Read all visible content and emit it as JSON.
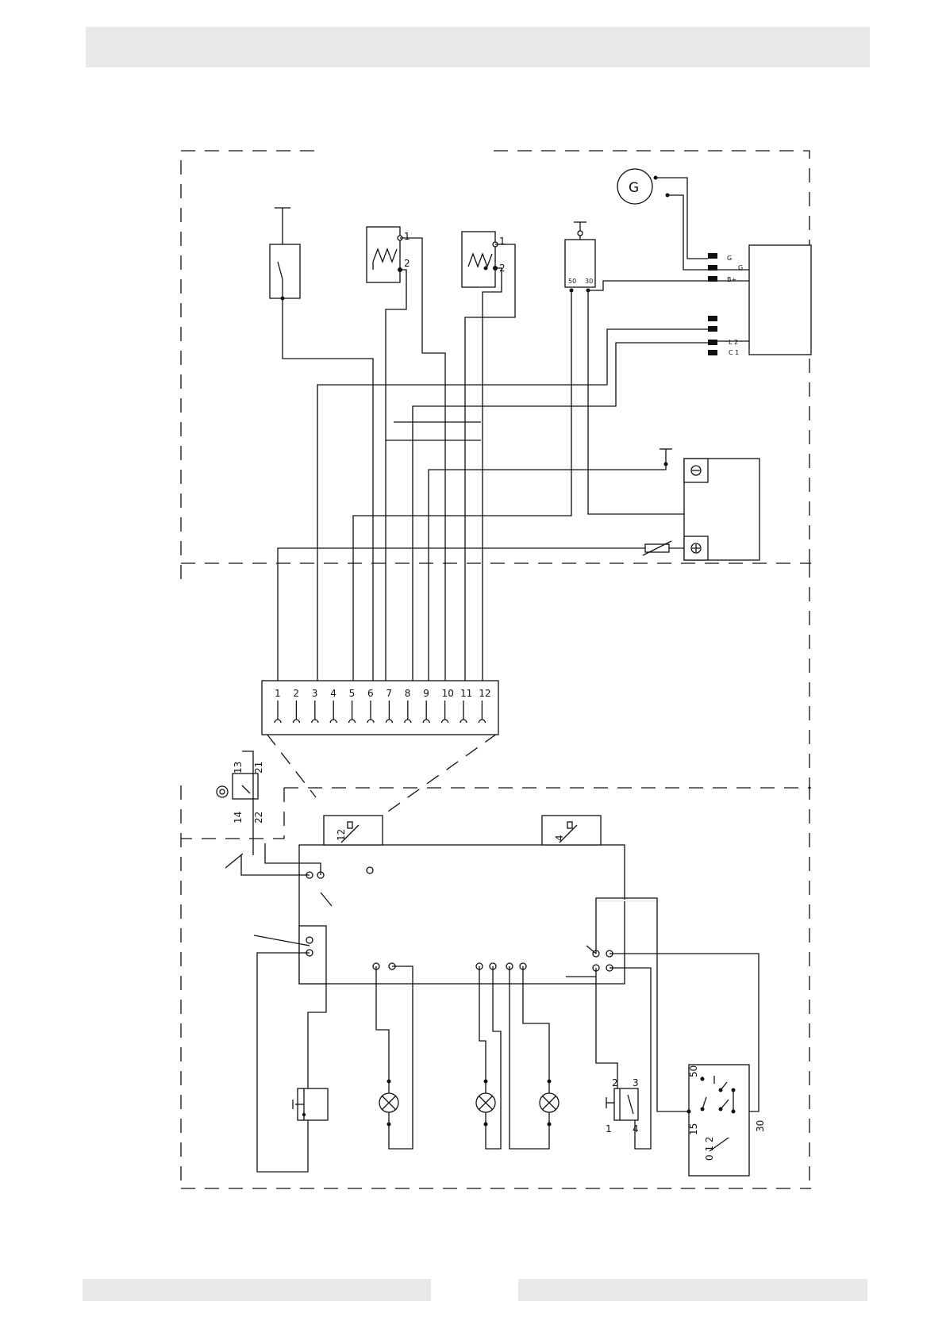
{
  "pins": [
    "1",
    "2",
    "3",
    "4",
    "5",
    "6",
    "7",
    "8",
    "9",
    "10",
    "11",
    "12"
  ],
  "generator_symbol": "G",
  "relay_pins": {
    "p1": "1",
    "p2": "2"
  },
  "starter_terminals": {
    "t50": "50",
    "t30": "30"
  },
  "regulator_terminals": {
    "g1": "G",
    "g2": "G",
    "b": "B+",
    "l": "L 2",
    "c": "C 1"
  },
  "switch_labels": {
    "a": "13",
    "b": "21",
    "c": "14",
    "d": "22"
  },
  "module_labels": {
    "left": "12",
    "right": "4"
  },
  "pushbutton_labels": {
    "a": "2",
    "b": "3",
    "c": "1",
    "d": "4"
  },
  "ignition_labels": {
    "k50": "50",
    "k15": "15",
    "k30": "30",
    "pos": "0 1 2"
  }
}
